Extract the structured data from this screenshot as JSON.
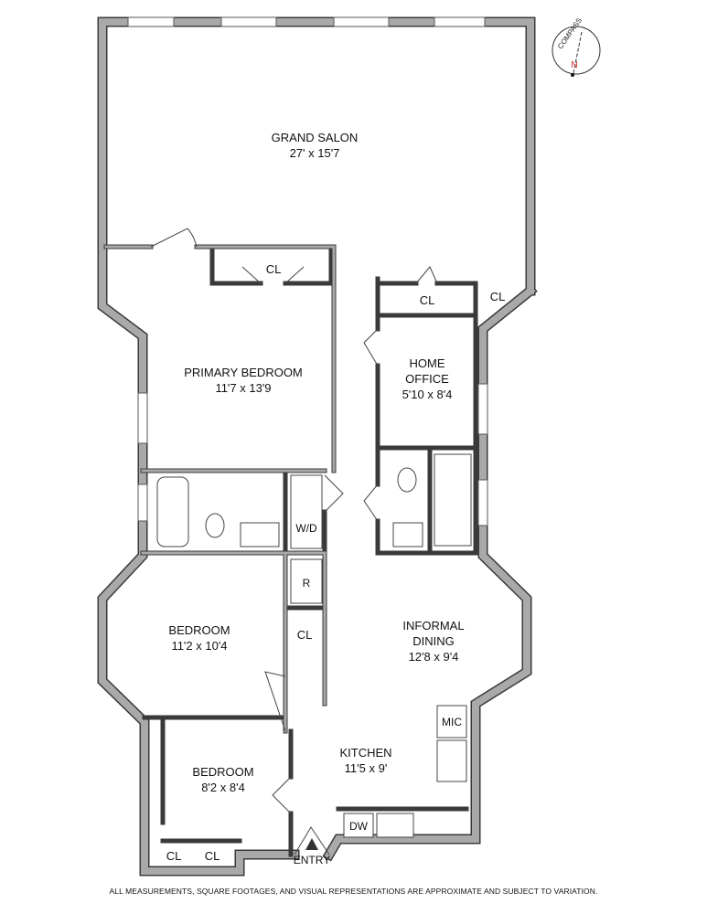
{
  "compass": {
    "label": "COMPASS",
    "north": "N",
    "north_color": "#cc2222"
  },
  "rooms": {
    "grand_salon": {
      "name": "GRAND SALON",
      "size": "27' x 15'7"
    },
    "primary_bedroom": {
      "name": "PRIMARY BEDROOM",
      "size": "11'7 x 13'9"
    },
    "home_office": {
      "name_line1": "HOME",
      "name_line2": "OFFICE",
      "size": "5'10 x 8'4"
    },
    "bedroom_1": {
      "name": "BEDROOM",
      "size": "11'2 x 10'4"
    },
    "informal_dining": {
      "name_line1": "INFORMAL",
      "name_line2": "DINING",
      "size": "12'8 x 9'4"
    },
    "kitchen": {
      "name": "KITCHEN",
      "size": "11'5 x 9'"
    },
    "bedroom_2": {
      "name": "BEDROOM",
      "size": "8'2 x 8'4"
    }
  },
  "fixtures": {
    "closet": "CL",
    "washer_dryer": "W/D",
    "refrigerator": "R",
    "microwave": "MIC",
    "dishwasher": "DW",
    "entry": "ENTRY"
  },
  "disclaimer": "ALL MEASUREMENTS, SQUARE FOOTAGES, AND VISUAL REPRESENTATIONS ARE APPROXIMATE AND SUBJECT TO VARIATION.",
  "colors": {
    "wall": "#a9a9a9",
    "wall_outline": "#3a3a3a"
  }
}
